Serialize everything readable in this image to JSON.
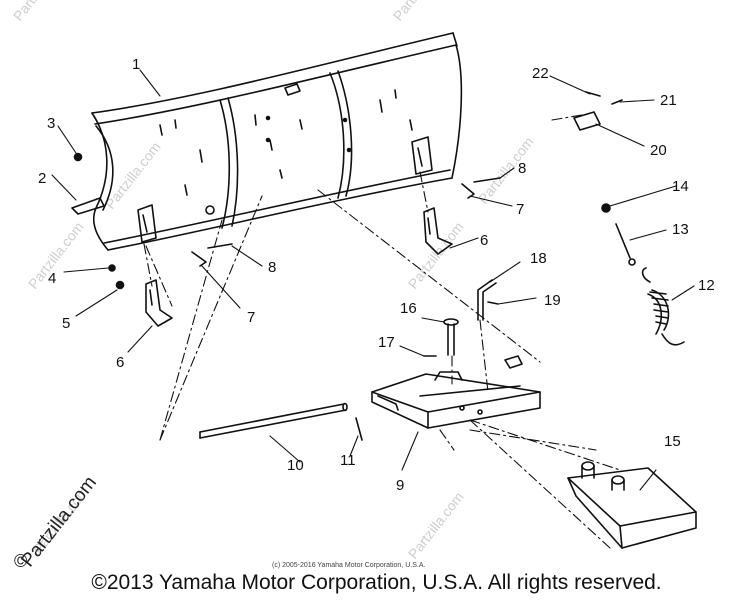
{
  "watermark": {
    "site": "Partzilla.com",
    "copyright_symbol": "©"
  },
  "fine_print": "(c) 2005-2016 Yamaha Motor Corporation, U.S.A.",
  "copyright": "©2013 Yamaha Motor Corporation, U.S.A. All rights reserved.",
  "callouts": [
    "1",
    "2",
    "3",
    "4",
    "5",
    "6",
    "7",
    "8",
    "8",
    "7",
    "6",
    "9",
    "10",
    "11",
    "12",
    "13",
    "14",
    "15",
    "16",
    "17",
    "18",
    "19",
    "20",
    "21",
    "22"
  ]
}
